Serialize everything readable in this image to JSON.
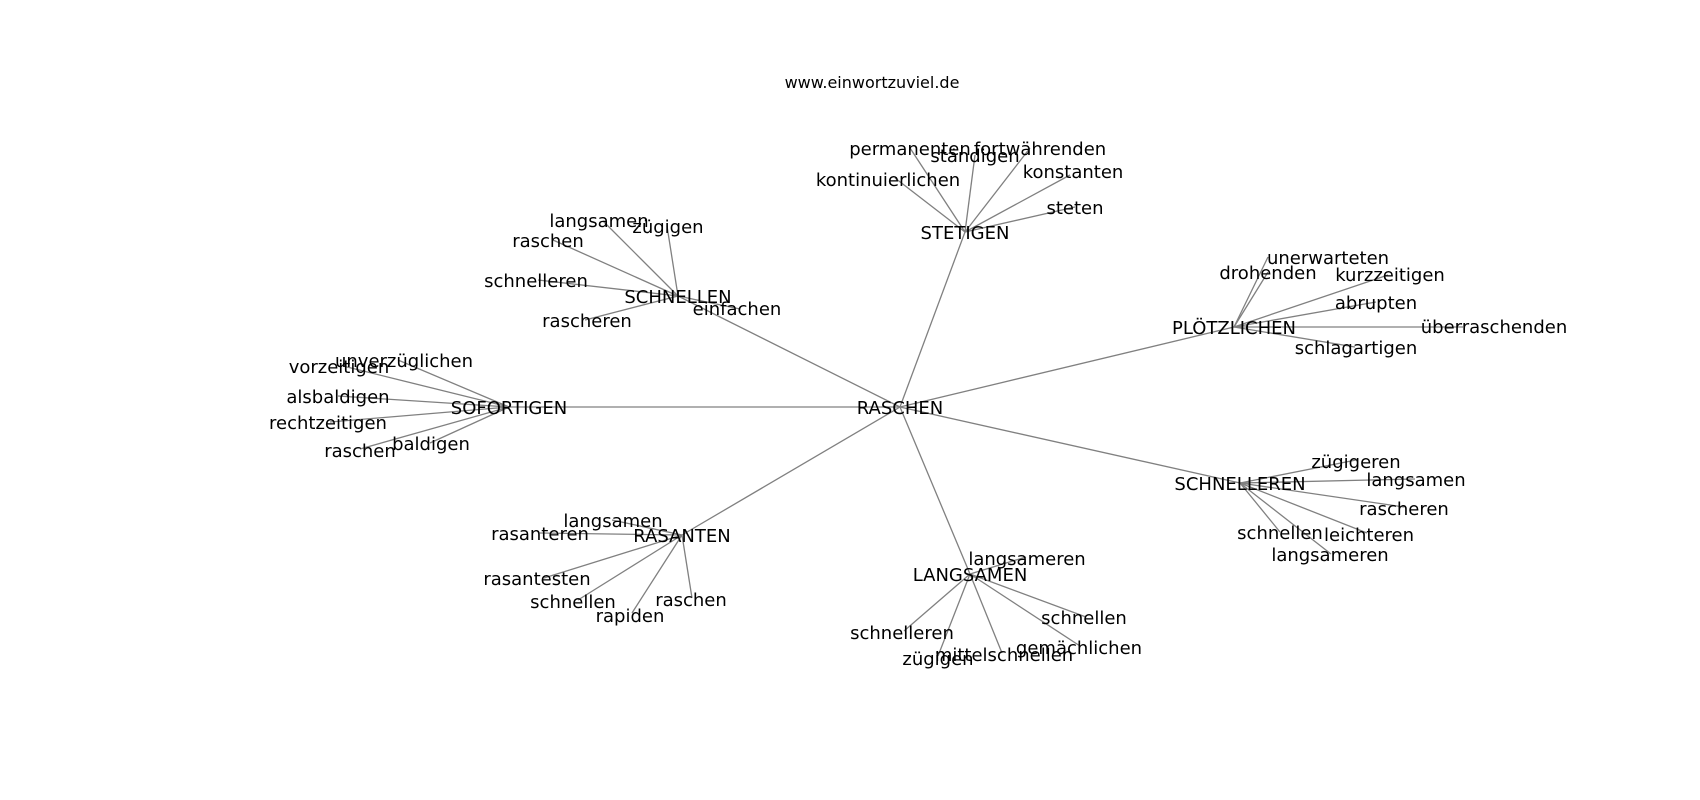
{
  "header": {
    "site": "www.einwortzuviel.de"
  },
  "graph": {
    "center": "RASCHEN",
    "clusters": [
      {
        "id": "stetigen",
        "label": "STETIGEN",
        "leaves": [
          "permanenten",
          "ständigen",
          "fortwährenden",
          "konstanten",
          "kontinuierlichen",
          "steten"
        ]
      },
      {
        "id": "schnellen",
        "label": "SCHNELLEN",
        "leaves": [
          "langsamen",
          "zügigen",
          "raschen",
          "schnelleren",
          "rascheren",
          "einfachen"
        ]
      },
      {
        "id": "ploetzlichen",
        "label": "PLÖTZLICHEN",
        "leaves": [
          "unerwarteten",
          "drohenden",
          "kurzzeitigen",
          "abrupten",
          "überraschenden",
          "schlagartigen"
        ]
      },
      {
        "id": "sofortigen",
        "label": "SOFORTIGEN",
        "leaves": [
          "unverzüglichen",
          "vorzeitigen",
          "alsbaldigen",
          "rechtzeitigen",
          "baldigen",
          "raschen"
        ]
      },
      {
        "id": "schnelleren",
        "label": "SCHNELLEREN",
        "leaves": [
          "zügigeren",
          "langsamen",
          "rascheren",
          "leichteren",
          "schnellen",
          "langsameren"
        ]
      },
      {
        "id": "rasanten",
        "label": "RASANTEN",
        "leaves": [
          "langsamen",
          "rasanteren",
          "rasantesten",
          "schnellen",
          "rapiden",
          "raschen"
        ]
      },
      {
        "id": "langsamen",
        "label": "LANGSAMEN",
        "leaves": [
          "langsameren",
          "schnellen",
          "schnelleren",
          "gemächlichen",
          "mittelschnellen",
          "zügigen"
        ]
      }
    ]
  }
}
